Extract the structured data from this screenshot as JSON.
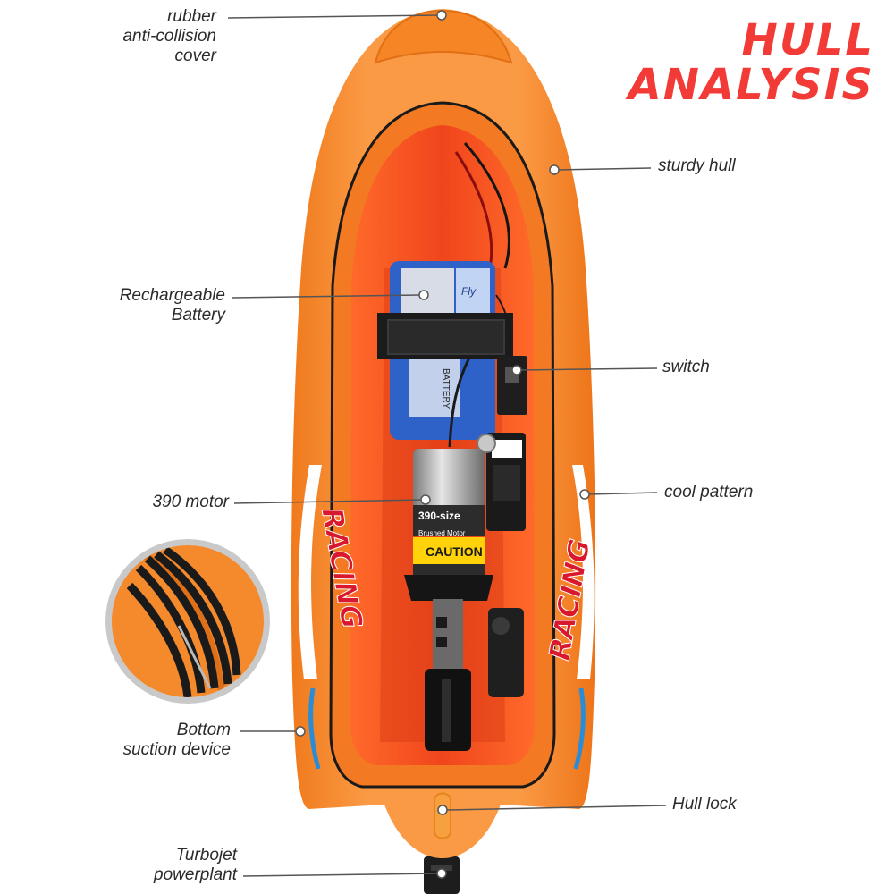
{
  "title": {
    "line1": "HULL",
    "line2": "ANALYSIS"
  },
  "callouts": {
    "rubber_cover": [
      "rubber",
      "anti-collision",
      "cover"
    ],
    "sturdy_hull": "sturdy hull",
    "battery": [
      "Rechargeable",
      "Battery"
    ],
    "switch": "switch",
    "motor": "390 motor",
    "cool_pattern": "cool pattern",
    "suction": [
      "Bottom",
      "suction device"
    ],
    "hull_lock": "Hull lock",
    "turbojet": [
      "Turbojet",
      "powerplant"
    ]
  },
  "boat_text": {
    "racing": "RACING",
    "caution": "CAUTION",
    "motor_label": "390-size",
    "motor_sub": "Brushed Motor",
    "battery_brand": "Fly",
    "battery_label": "BATTERY"
  },
  "colors": {
    "hull": "#f7892a",
    "hull_inner": "#e8421c",
    "title": "#f23a36",
    "battery": "#2f62c8",
    "leader": "#555555"
  }
}
